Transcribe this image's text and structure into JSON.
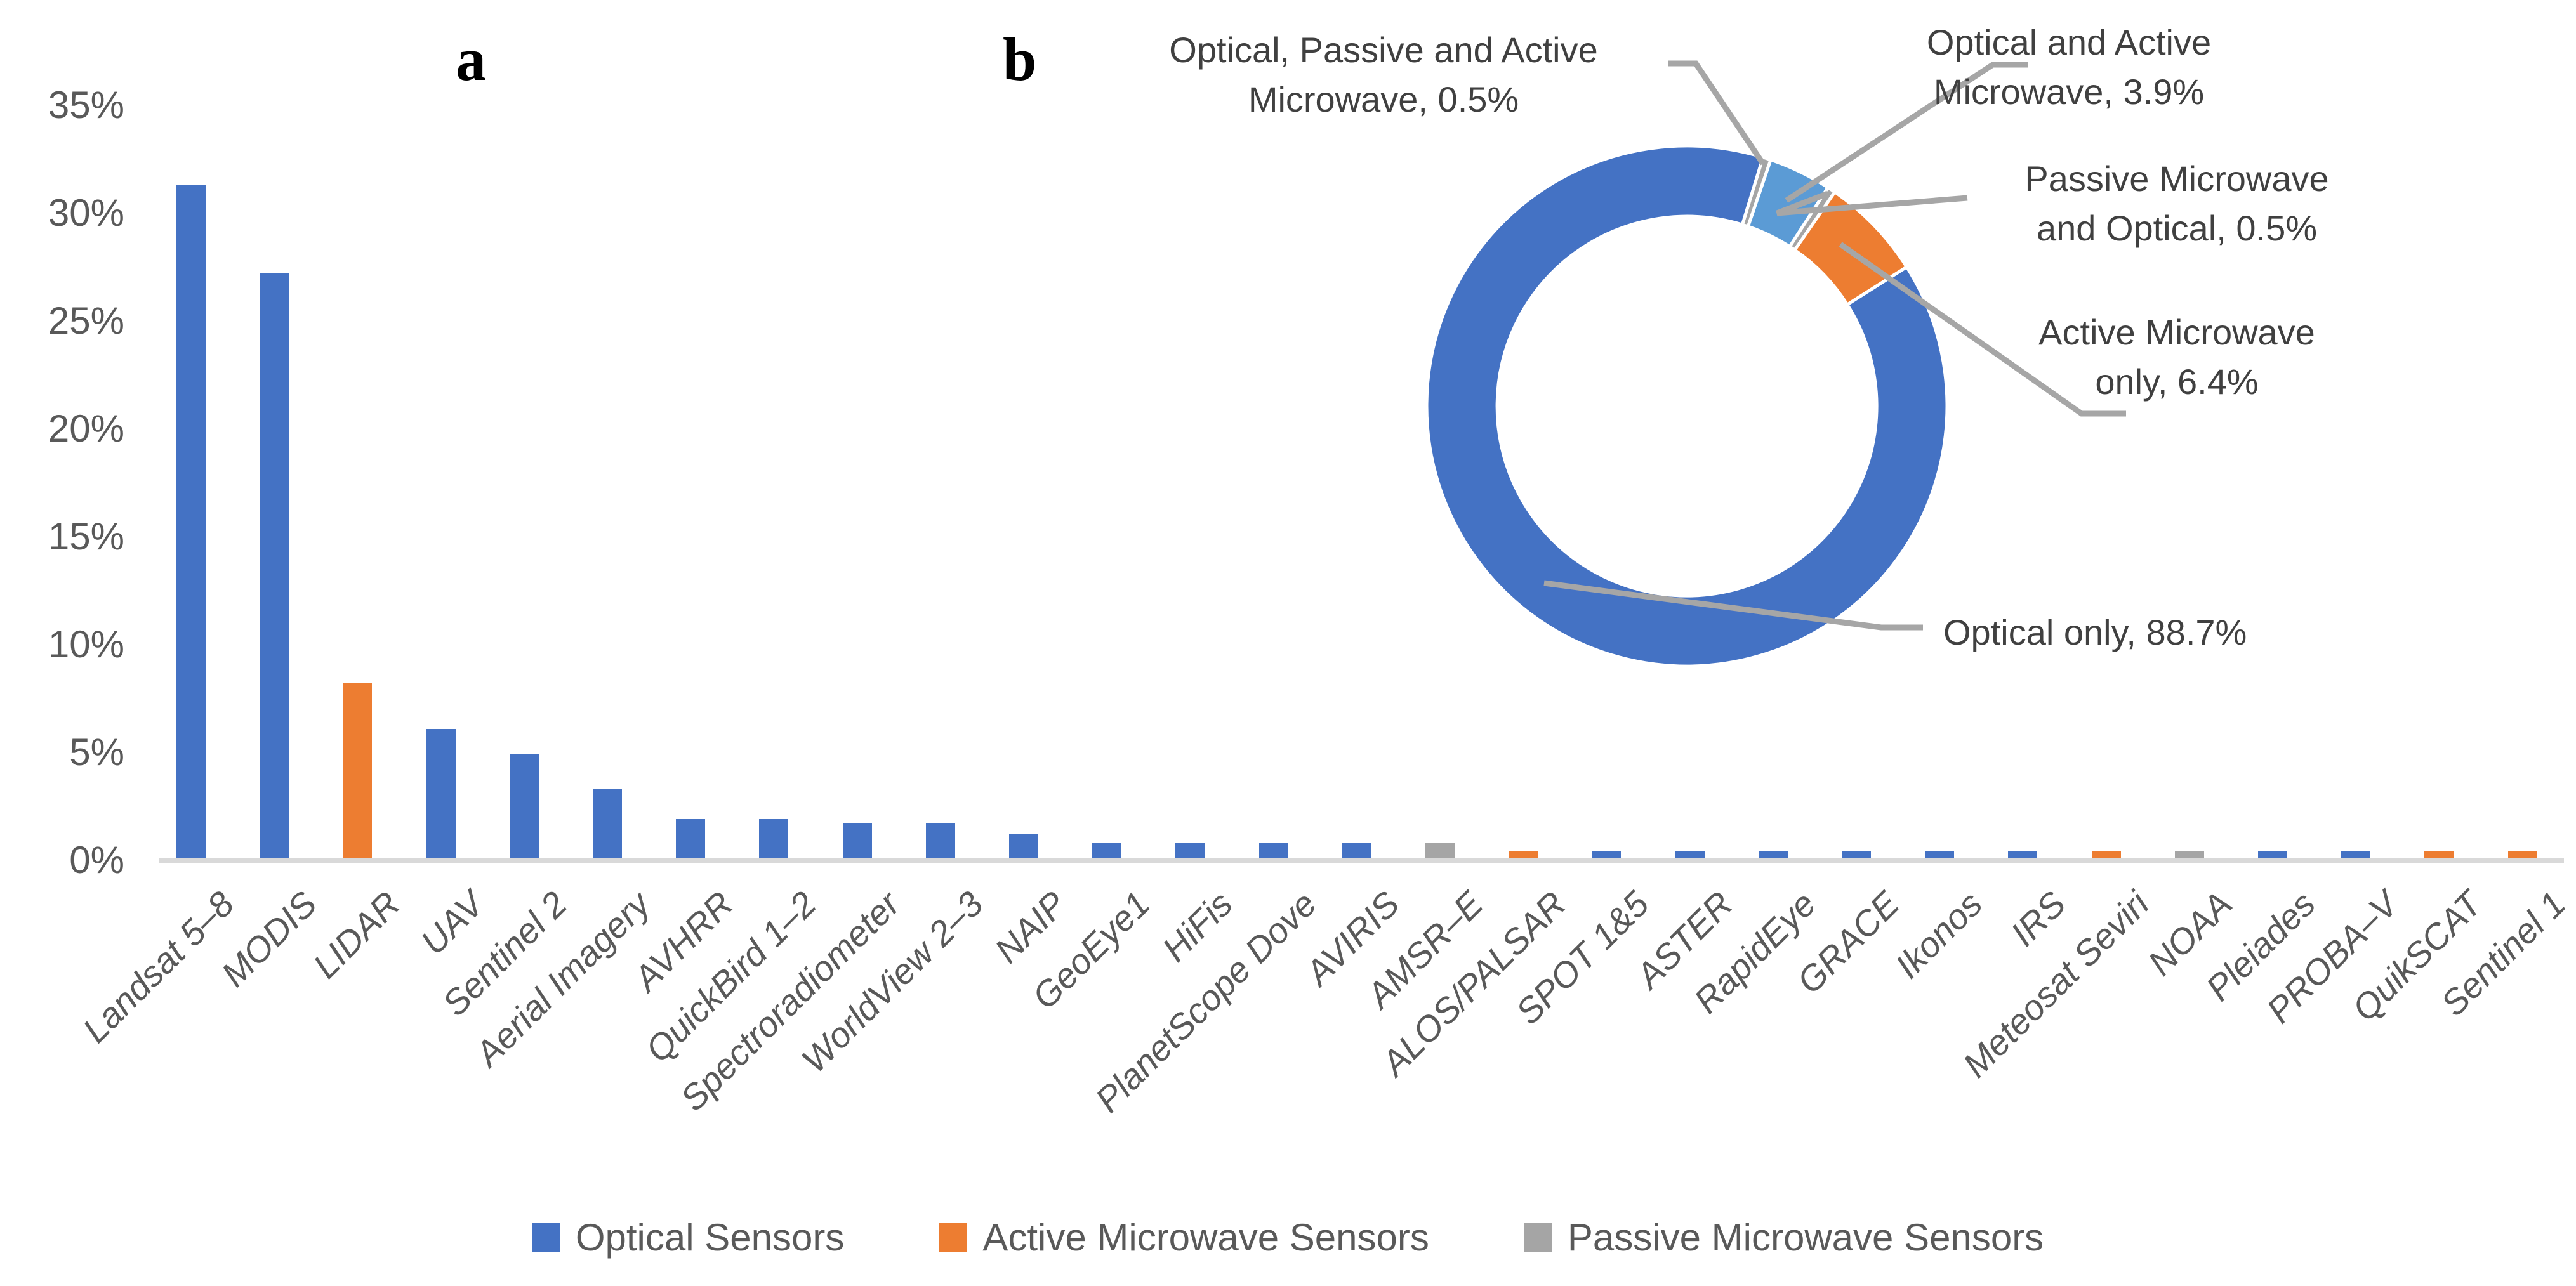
{
  "figure": {
    "panel_a_label": "a",
    "panel_b_label": "b"
  },
  "colors": {
    "blue": "#4472C4",
    "orange": "#ED7D31",
    "gray": "#A5A5A5",
    "light_blue": "#5B9BD5",
    "axis_text": "#595959",
    "label_text": "#404040",
    "axis_line": "#D9D9D9",
    "leader_line": "#A6A6A6"
  },
  "chart_data": [
    {
      "type": "bar",
      "panel": "a",
      "title": "",
      "xlabel": "",
      "ylabel": "",
      "ylim": [
        0,
        35
      ],
      "grid": false,
      "y_ticks": [
        "35%",
        "30%",
        "25%",
        "20%",
        "15%",
        "10%",
        "5%",
        "0%"
      ],
      "categories": [
        "Landsat 5–8",
        "MODIS",
        "LIDAR",
        "UAV",
        "Sentinel 2",
        "Aerial Imagery",
        "AVHRR",
        "QuickBird 1–2",
        "Spectroradiometer",
        "WorldView 2–3",
        "NAIP",
        "GeoEye1",
        "HiFis",
        "PlanetScope Dove",
        "AVIRIS",
        "AMSR–E",
        "ALOS/PALSAR",
        "SPOT 1&5",
        "ASTER",
        "RapidEye",
        "GRACE",
        "Ikonos",
        "IRS",
        "Meteosat Seviri",
        "NOAA",
        "Pleiades",
        "PROBA–V",
        "QuikSCAT",
        "Sentinel 1"
      ],
      "values": [
        31.3,
        27.2,
        8.2,
        6.1,
        4.9,
        3.3,
        1.9,
        1.9,
        1.7,
        1.7,
        1.2,
        0.8,
        0.8,
        0.8,
        0.8,
        0.8,
        0.4,
        0.4,
        0.4,
        0.4,
        0.4,
        0.4,
        0.4,
        0.4,
        0.4,
        0.4,
        0.4,
        0.4,
        0.4
      ],
      "series_by_category": [
        "optical",
        "optical",
        "active",
        "optical",
        "optical",
        "optical",
        "optical",
        "optical",
        "optical",
        "optical",
        "optical",
        "optical",
        "optical",
        "optical",
        "optical",
        "passive",
        "active",
        "optical",
        "optical",
        "optical",
        "optical",
        "optical",
        "optical",
        "active",
        "passive",
        "optical",
        "optical",
        "active",
        "active"
      ],
      "series_colors": {
        "optical": "blue",
        "active": "orange",
        "passive": "gray"
      }
    },
    {
      "type": "pie",
      "subtype": "donut",
      "panel": "b",
      "title": "",
      "start_angle_deg": 17,
      "slices": [
        {
          "label": "Optical, Passive and Active Microwave",
          "value": 0.5,
          "color_key": "gray"
        },
        {
          "label": "Optical and Active Microwave",
          "value": 3.9,
          "color_key": "light_blue"
        },
        {
          "label": "Passive Microwave and Optical",
          "value": 0.5,
          "color_key": "gray"
        },
        {
          "label": "Active Microwave only",
          "value": 6.4,
          "color_key": "orange"
        },
        {
          "label": "Optical only",
          "value": 88.7,
          "color_key": "blue"
        }
      ],
      "callouts": [
        {
          "lines": [
            "Optical, Passive and Active",
            "Microwave, 0.5%"
          ]
        },
        {
          "lines": [
            "Optical and Active",
            "Microwave, 3.9%"
          ]
        },
        {
          "lines": [
            "Passive Microwave",
            "and Optical, 0.5%"
          ]
        },
        {
          "lines": [
            "Active Microwave",
            "only, 6.4%"
          ]
        },
        {
          "lines": [
            "Optical only, 88.7%"
          ]
        }
      ]
    }
  ],
  "legend": {
    "items": [
      {
        "label": "Optical Sensors",
        "color_key": "blue"
      },
      {
        "label": "Active Microwave Sensors",
        "color_key": "orange"
      },
      {
        "label": "Passive Microwave Sensors",
        "color_key": "gray"
      }
    ]
  }
}
